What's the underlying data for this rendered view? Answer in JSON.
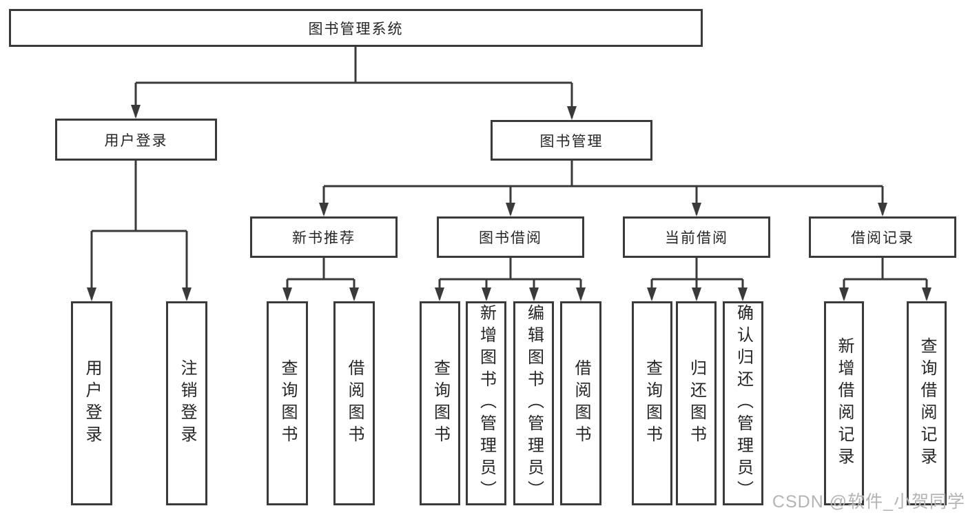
{
  "diagram": {
    "root_label": "图书管理系统",
    "level2": [
      {
        "label": "用户登录",
        "children": [
          "用户登录",
          "注销登录"
        ]
      },
      {
        "label": "图书管理"
      }
    ],
    "level3": [
      {
        "label": "新书推荐",
        "children": [
          "查询图书",
          "借阅图书"
        ]
      },
      {
        "label": "图书借阅",
        "children": [
          "查询图书",
          "新增图书（管理员）",
          "编辑图书（管理员）",
          "借阅图书"
        ]
      },
      {
        "label": "当前借阅",
        "children": [
          "查询图书",
          "归还图书",
          "确认归还（管理员）"
        ]
      },
      {
        "label": "借阅记录",
        "children": [
          "新增借阅记录",
          "查询借阅记录"
        ]
      }
    ],
    "watermark": "CSDN @软件_小贺同学",
    "colors": {
      "line": "#3a3a3a",
      "border": "#3a3a3a",
      "text": "#262626",
      "watermark": "#b4b4b4",
      "background": "#ffffff"
    }
  }
}
